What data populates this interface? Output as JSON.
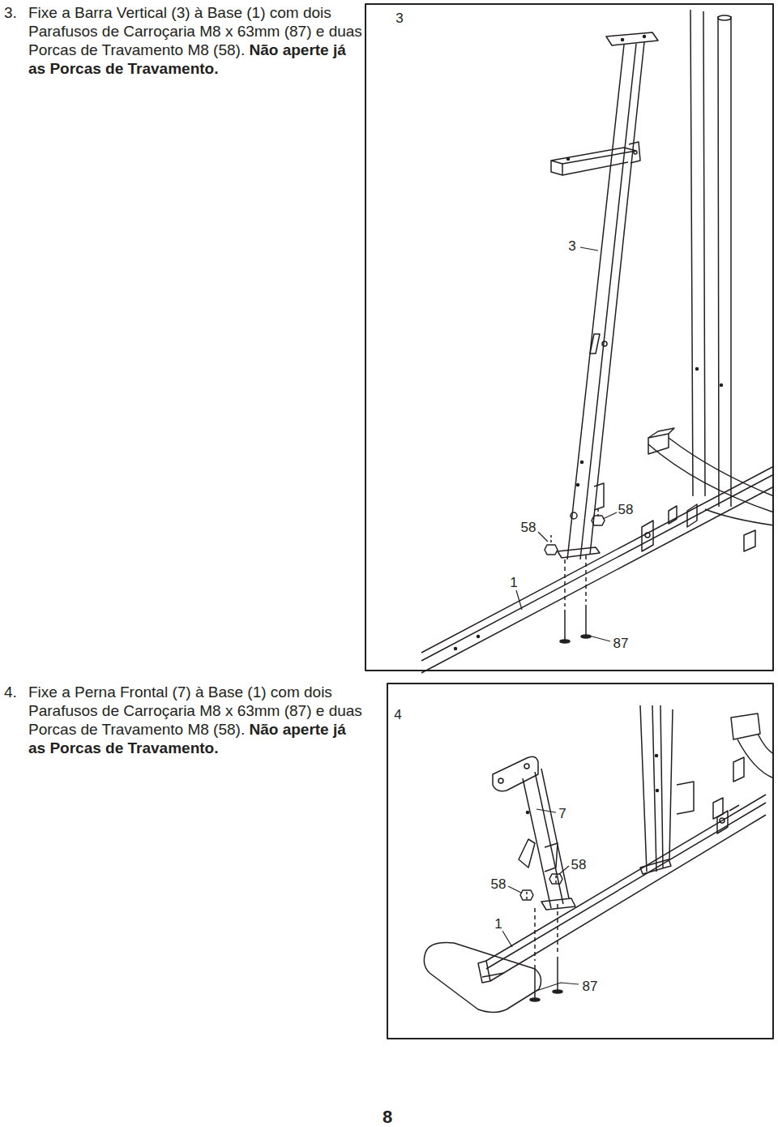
{
  "diagram": {
    "labels": [
      "3.",
      "Fixe a Barra Vertical (3) à Base (1) com dois Parafusos de Carroçaria M8 x 63mm (87) e duas Porcas de Travamento M8 (58).",
      "Não aperte já as Porcas de Travamento.",
      "4.",
      "Fixe a Perna Frontal (7) à Base (1) com dois Parafusos de Carroçaria M8 x 63mm (87) e duas Porcas de Travamento M8 (58).",
      "Não aperte já as Porcas de Travamento.",
      "3",
      "3",
      "58",
      "58",
      "1",
      "87",
      "4",
      "7",
      "58",
      "58",
      "1",
      "87",
      "8"
    ]
  }
}
